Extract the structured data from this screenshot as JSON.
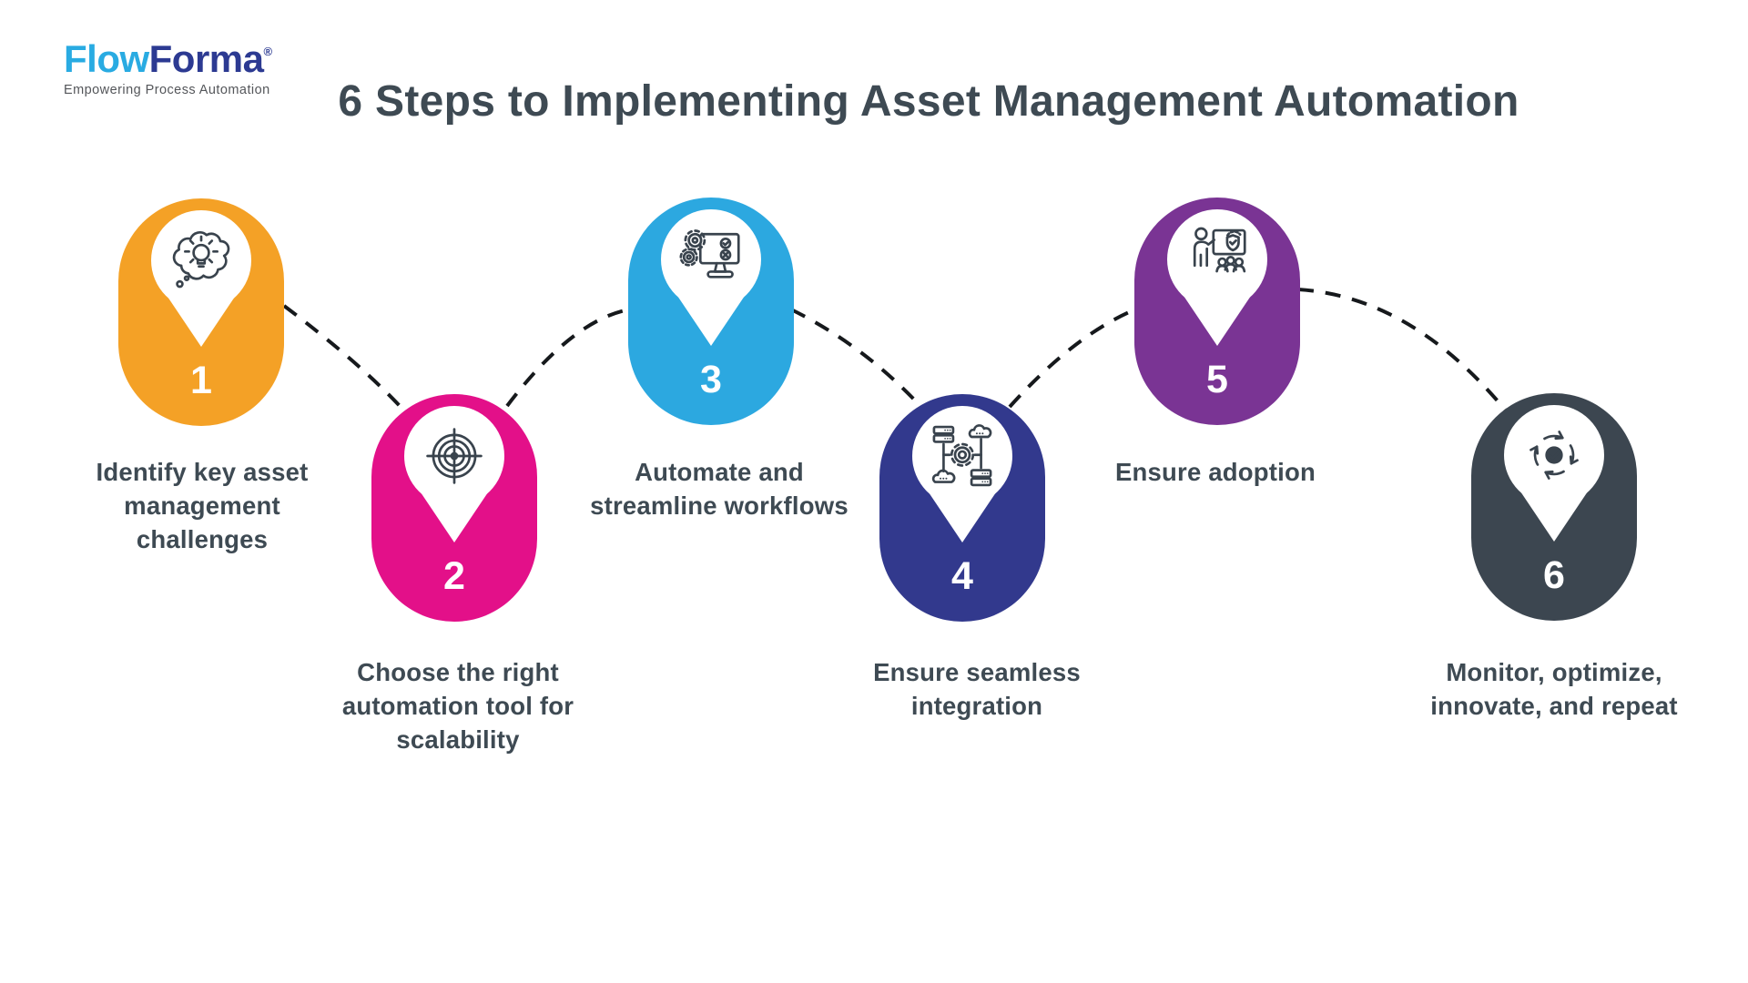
{
  "logo": {
    "brand_primary": "Flow",
    "brand_secondary": "Forma",
    "registered": "®",
    "tagline": "Empowering Process Automation",
    "primary_color": "#29ABE2",
    "secondary_color": "#2C3A92"
  },
  "title": "6 Steps to Implementing Asset Management Automation",
  "colors": {
    "title_text": "#3E4A53",
    "label_text": "#3E4A53",
    "connector": "#16191C",
    "pin_number": "#FFFFFF",
    "icon_stroke": "#39434D"
  },
  "steps": [
    {
      "number": "1",
      "icon": "idea-thought-bubble-icon",
      "color": "#F4A126",
      "label": "Identify key asset management challenges",
      "label_lines": [
        "Identify key asset",
        "management",
        "challenges"
      ]
    },
    {
      "number": "2",
      "icon": "target-bullseye-icon",
      "color": "#E31089",
      "label": "Choose the right automation tool for scalability",
      "label_lines": [
        "Choose the right",
        "automation tool for",
        "scalability"
      ]
    },
    {
      "number": "3",
      "icon": "automation-gears-monitor-icon",
      "color": "#2CA8E0",
      "label": "Automate and streamline workflows",
      "label_lines": [
        "Automate and",
        "streamline workflows"
      ]
    },
    {
      "number": "4",
      "icon": "integration-gear-network-icon",
      "color": "#32398D",
      "label": "Ensure seamless integration",
      "label_lines": [
        "Ensure seamless",
        "integration"
      ]
    },
    {
      "number": "5",
      "icon": "adoption-training-icon",
      "color": "#7A3494",
      "label": "Ensure adoption",
      "label_lines": [
        "Ensure adoption"
      ]
    },
    {
      "number": "6",
      "icon": "monitor-cycle-check-icon",
      "color": "#3C4650",
      "label": "Monitor, optimize, innovate, and repeat",
      "label_lines": [
        "Monitor, optimize,",
        "innovate, and repeat"
      ]
    }
  ]
}
